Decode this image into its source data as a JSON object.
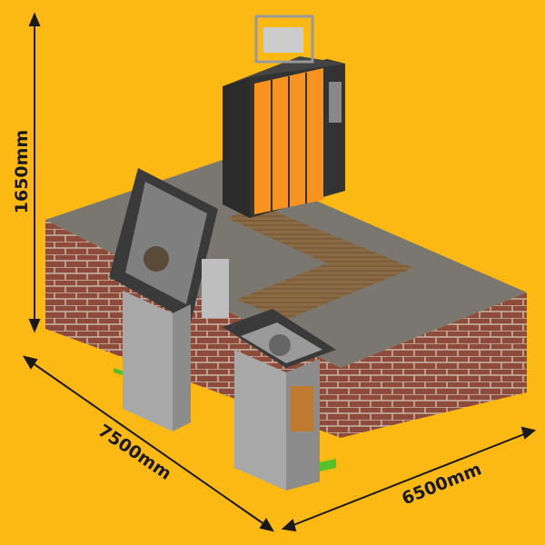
{
  "dimensions": {
    "height": "1650mm",
    "length": "7500mm",
    "width": "6500mm"
  },
  "colors": {
    "background": "#FDB913",
    "cabinet": "#F7931E",
    "brick": "#8E4A3A",
    "concrete": "#7A7670",
    "machine": "#A8A8A8"
  }
}
